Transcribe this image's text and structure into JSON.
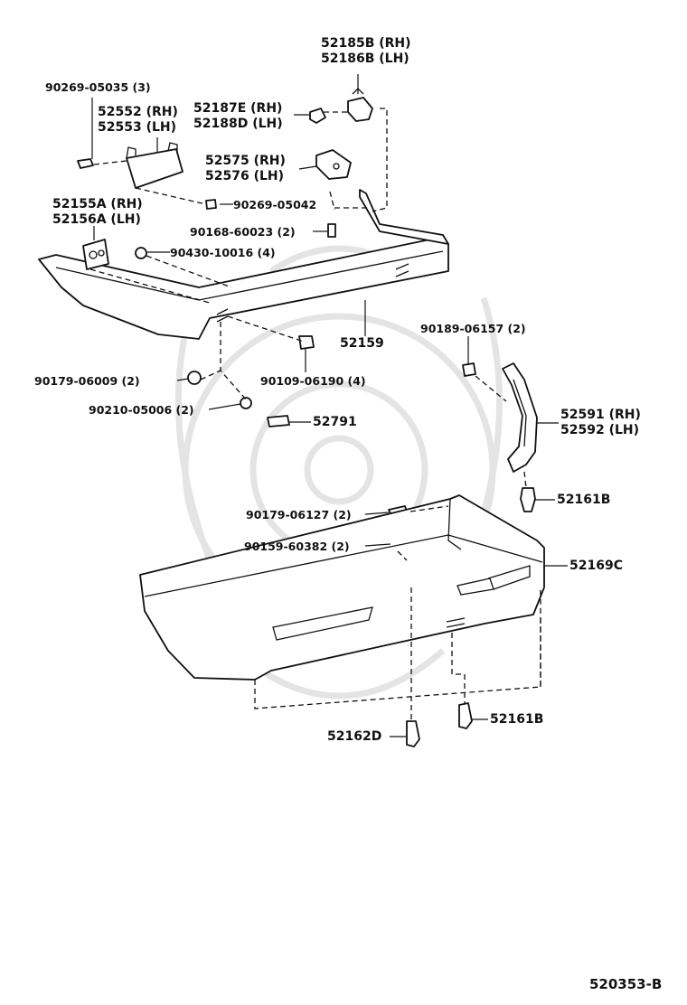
{
  "diagram_code": "520353-B",
  "labels": {
    "p90269_05035": "90269-05035 (3)",
    "p52552_rh": "52552 (RH)",
    "p52553_lh": "52553 (LH)",
    "p52185b_rh": "52185B (RH)",
    "p52186b_lh": "52186B (LH)",
    "p52187e_rh": "52187E (RH)",
    "p52188d_lh": "52188D (LH)",
    "p52575_rh": "52575 (RH)",
    "p52576_lh": "52576 (LH)",
    "p90269_05042": "90269-05042",
    "p52155a_rh": "52155A (RH)",
    "p52156a_lh": "52156A (LH)",
    "p90168_60023": "90168-60023 (2)",
    "p90430_10016": "90430-10016 (4)",
    "p52159": "52159",
    "p90189_06157": "90189-06157 (2)",
    "p90179_06009": "90179-06009 (2)",
    "p90109_06190": "90109-06190 (4)",
    "p90210_05006": "90210-05006 (2)",
    "p52791": "52791",
    "p52591_rh": "52591 (RH)",
    "p52592_lh": "52592 (LH)",
    "p52161b_upper": "52161B",
    "p90179_06127": "90179-06127 (2)",
    "p90159_60382": "90159-60382 (2)",
    "p52169c": "52169C",
    "p52162d": "52162D",
    "p52161b_lower": "52161B"
  }
}
